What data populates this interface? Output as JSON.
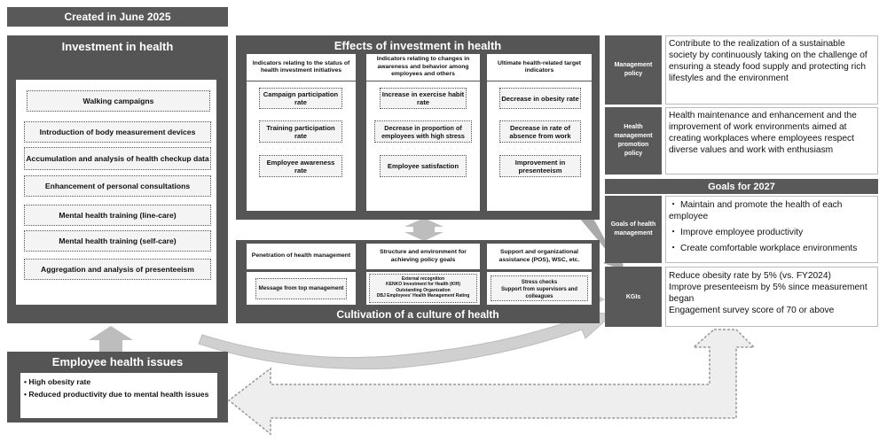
{
  "header": {
    "created": "Created in June 2025"
  },
  "investment": {
    "title": "Investment in health",
    "items": [
      "Walking campaigns",
      "Introduction of body measurement devices",
      "Accumulation and analysis of health checkup data",
      "Enhancement of personal consultations",
      "Mental health training (line-care)",
      "Mental health training (self-care)",
      "Aggregation and analysis of presenteeism"
    ]
  },
  "effects": {
    "title": "Effects of investment in health",
    "columns": [
      {
        "header": "Indicators relating to the status of health investment initiatives",
        "items": [
          "Campaign participation rate",
          "Training participation rate",
          "Employee awareness rate"
        ]
      },
      {
        "header": "Indicators relating to changes in awareness and behavior among employees and others",
        "items": [
          "Increase in exercise habit rate",
          "Decrease in proportion of employees with high stress",
          "Employee satisfaction"
        ]
      },
      {
        "header": "Ultimate health-related target indicators",
        "items": [
          "Decrease in obesity rate",
          "Decrease in rate of absence from work",
          "Improvement in presenteeism"
        ]
      }
    ]
  },
  "culture": {
    "title": "Cultivation of a culture of health",
    "columns": [
      {
        "header": "Penetration of health management",
        "lines": [
          "Message from top management"
        ]
      },
      {
        "header": "Structure and environment for achieving policy goals",
        "lines": [
          "External recognition",
          "KENKO Investment for Health (KIH)",
          "Outstanding Organization",
          "DBJ Employees' Health Management Rating"
        ]
      },
      {
        "header": "Support and organizational assistance (POS), WSC, etc.",
        "lines": [
          "Stress checks",
          "Support from supervisors and colleagues"
        ]
      }
    ]
  },
  "policies": {
    "management_label": "Management policy",
    "management_text": "Contribute to the realization of a sustainable society by continuously taking on the challenge of ensuring a steady food supply and protecting rich lifestyles and the environment",
    "promotion_label": "Health management promotion policy",
    "promotion_text": "Health maintenance and enhancement and the improvement of work environments aimed at creating workplaces where employees respect diverse values and work with enthusiasm"
  },
  "goals": {
    "title": "Goals for 2027",
    "goals_label": "Goals of health management",
    "goals_items": [
      "・ Maintain and promote the health of each employee",
      "・ Improve employee productivity",
      "・ Create comfortable workplace environments"
    ],
    "kgi_label": "KGIs",
    "kgi_items": [
      "Reduce obesity rate by 5% (vs. FY2024)",
      "Improve presenteeism by 5% since measurement began",
      "Engagement survey score of 70 or above"
    ]
  },
  "issues": {
    "title": "Employee health issues",
    "items": [
      "• High obesity rate",
      "• Reduced productivity due to mental health issues"
    ]
  }
}
